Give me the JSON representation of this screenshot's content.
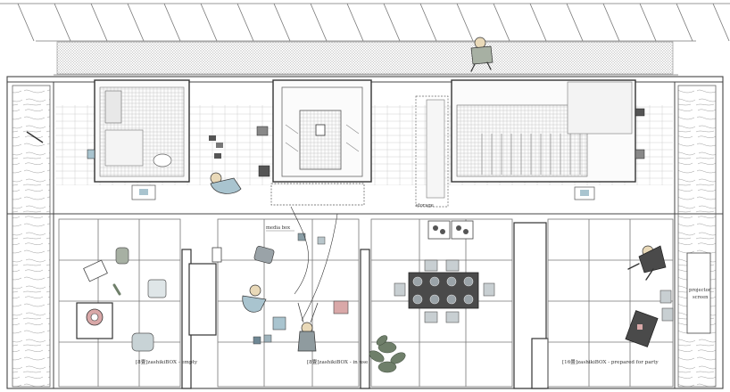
{
  "labels": {
    "media_box": "media box",
    "storage": "storage",
    "projector_1": "projector",
    "projector_2": "screen",
    "box_empty": "[8畳]zashikiBOX - empty",
    "box_in_use": "[8畳]zashikiBOX - in use",
    "box_party": "[16畳]zashikiBOX - prepared for party"
  },
  "colors": {
    "line": "#3a3a3a",
    "light_line": "#8a8a8a",
    "floor": "#fafafa",
    "wall_fill": "#f0f0f0",
    "accent_blue": "#a9c4cf",
    "accent_grey": "#9aa3a8",
    "plant": "#6f7f6a",
    "furniture_dark": "#4a4a4a",
    "cushion": "#c8cfd2",
    "pink": "#d9a8a8"
  }
}
